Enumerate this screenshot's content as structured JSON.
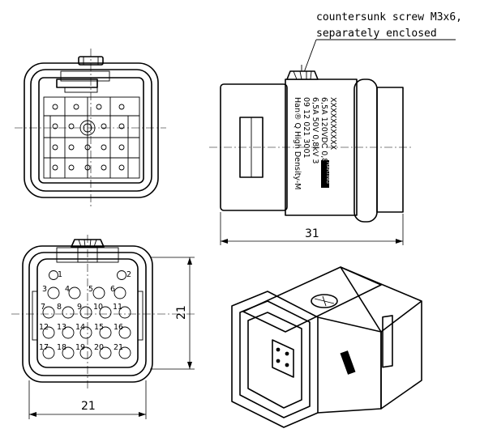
{
  "callout": {
    "line1": "countersunk screw M3x6,",
    "line2": "separately enclosed"
  },
  "dimensions": {
    "length": "31",
    "height": "21",
    "width": "21"
  },
  "side_label": {
    "lines": [
      "Han® Q High Density-M",
      "09 12 021 3001",
      "6,5A 50V 0,8kV 3",
      "6,5A 120VDC 0,8kV 3",
      "XXXXXXXXXX"
    ],
    "logo_text": "HARTING"
  },
  "contacts": {
    "left_numbers": [
      "3",
      "7",
      "12",
      "17"
    ],
    "top_numbers": [
      "4",
      "5",
      "6"
    ],
    "row2_numbers": [
      "8",
      "9",
      "10",
      "11"
    ],
    "row3_numbers": [
      "13",
      "14",
      "15",
      "16"
    ],
    "row4_numbers": [
      "18",
      "19",
      "20",
      "21"
    ],
    "pin_one": "1",
    "pin_two": "2"
  }
}
